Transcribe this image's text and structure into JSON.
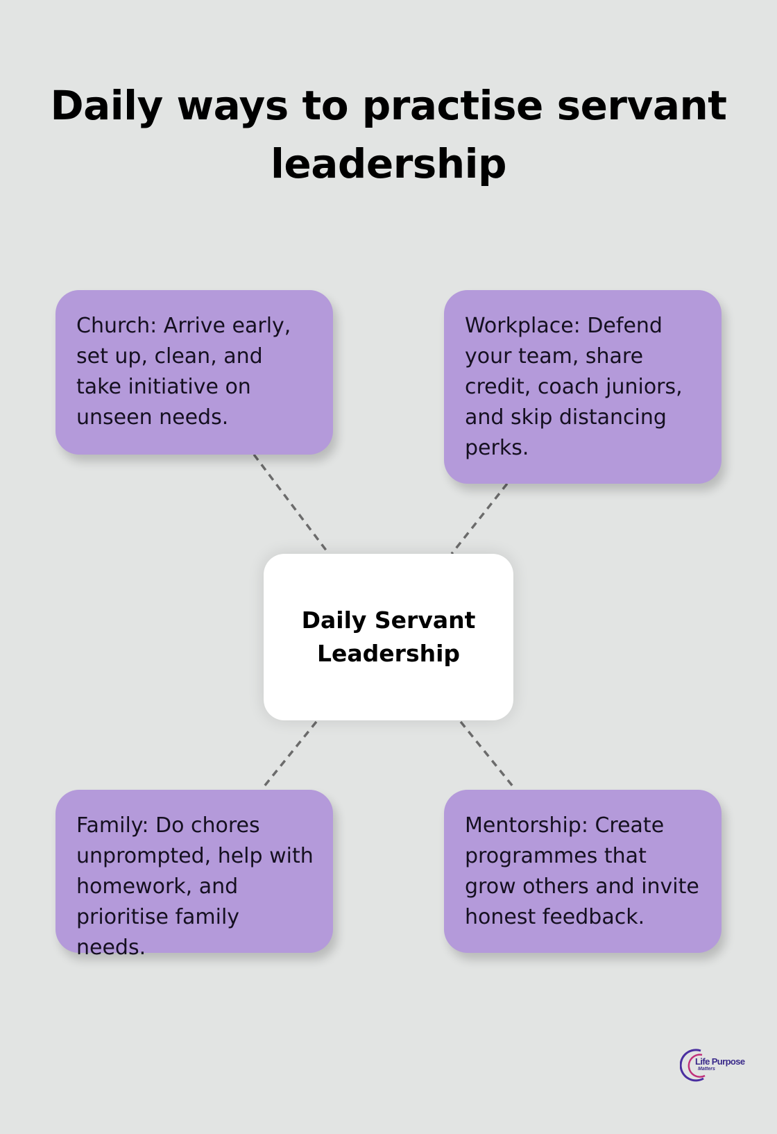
{
  "title": "Daily ways to practise servant leadership",
  "center_node": {
    "label": "Daily Servant Leadership"
  },
  "nodes": [
    {
      "id": "church",
      "text": "Church: Arrive early, set up, clean, and take initiative on unseen needs."
    },
    {
      "id": "workplace",
      "text": "Workplace: Defend your team, share credit, coach juniors, and skip distancing perks."
    },
    {
      "id": "family",
      "text": "Family: Do chores unprompted, help with homework, and prioritise family needs."
    },
    {
      "id": "mentorship",
      "text": "Mentorship: Create programmes that grow others and invite honest feedback."
    }
  ],
  "colors": {
    "background": "#e2e4e3",
    "node_fill": "#b49ada",
    "center_fill": "#ffffff",
    "connector": "#6b6b6b"
  },
  "logo": {
    "name": "Life Purpose",
    "sub": "Matters"
  }
}
